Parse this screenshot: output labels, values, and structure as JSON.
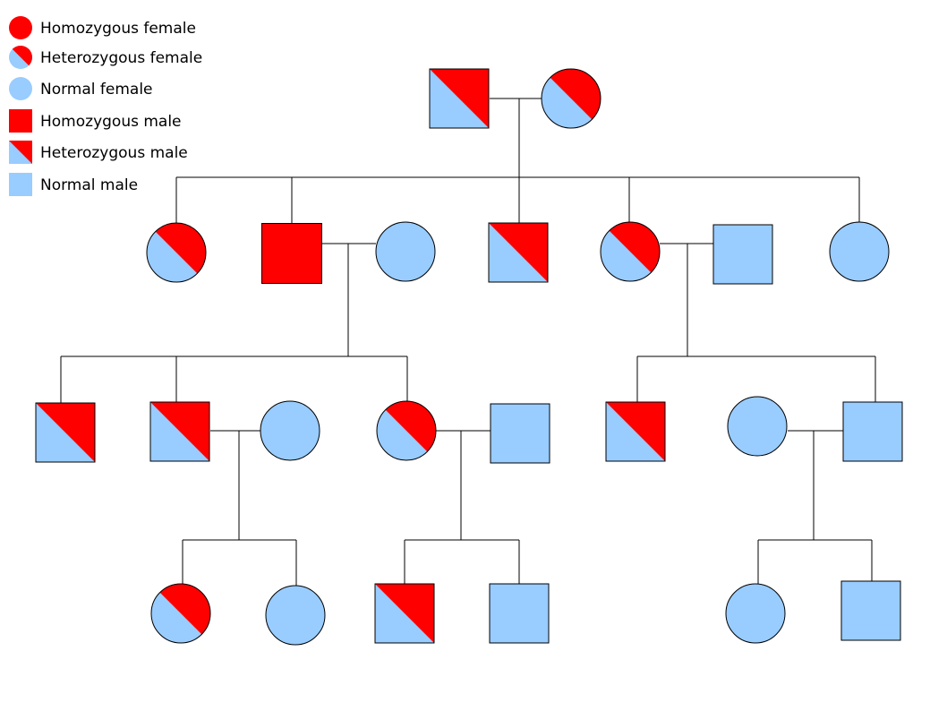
{
  "colors": {
    "affected": "#ff0000",
    "normal": "#99ccff",
    "outline": "#000000"
  },
  "legend": [
    {
      "label": "Homozygous female",
      "sex": "female",
      "status": "homozygous"
    },
    {
      "label": "Heterozygous female",
      "sex": "female",
      "status": "heterozygous"
    },
    {
      "label": "Normal female",
      "sex": "female",
      "status": "normal"
    },
    {
      "label": "Homozygous male",
      "sex": "male",
      "status": "homozygous"
    },
    {
      "label": "Heterozygous male",
      "sex": "male",
      "status": "heterozygous"
    },
    {
      "label": "Normal male",
      "sex": "male",
      "status": "normal"
    }
  ],
  "generations": [
    {
      "individuals": [
        {
          "sex": "male",
          "status": "heterozygous"
        },
        {
          "sex": "female",
          "status": "heterozygous"
        }
      ]
    },
    {
      "individuals": [
        {
          "sex": "female",
          "status": "heterozygous"
        },
        {
          "sex": "male",
          "status": "homozygous"
        },
        {
          "sex": "female",
          "status": "normal"
        },
        {
          "sex": "male",
          "status": "heterozygous"
        },
        {
          "sex": "female",
          "status": "heterozygous"
        },
        {
          "sex": "male",
          "status": "normal"
        },
        {
          "sex": "female",
          "status": "normal"
        }
      ]
    },
    {
      "individuals": [
        {
          "sex": "male",
          "status": "heterozygous"
        },
        {
          "sex": "male",
          "status": "heterozygous"
        },
        {
          "sex": "female",
          "status": "normal"
        },
        {
          "sex": "female",
          "status": "heterozygous"
        },
        {
          "sex": "male",
          "status": "normal"
        },
        {
          "sex": "male",
          "status": "heterozygous"
        },
        {
          "sex": "female",
          "status": "normal"
        },
        {
          "sex": "male",
          "status": "normal"
        }
      ]
    },
    {
      "individuals": [
        {
          "sex": "female",
          "status": "heterozygous"
        },
        {
          "sex": "female",
          "status": "normal"
        },
        {
          "sex": "male",
          "status": "heterozygous"
        },
        {
          "sex": "male",
          "status": "normal"
        },
        {
          "sex": "female",
          "status": "normal"
        },
        {
          "sex": "male",
          "status": "normal"
        }
      ]
    }
  ]
}
